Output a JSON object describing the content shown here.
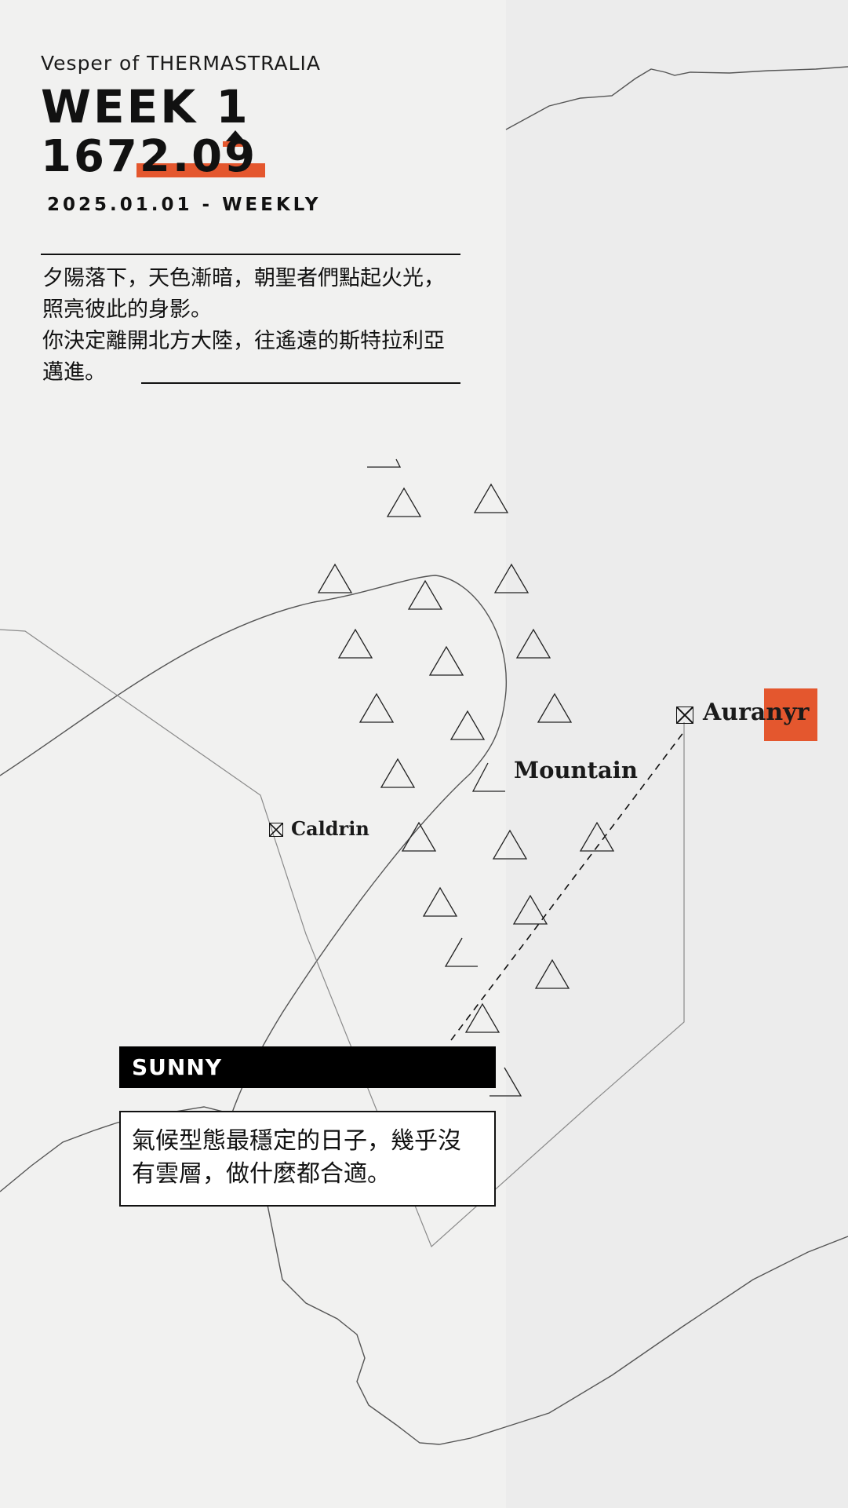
{
  "header": {
    "subtitle": "Vesper of THERMASTRALIA",
    "week": "WEEK 1",
    "value": "1672.09",
    "trend_icon": "triangle-up-icon",
    "date": "2025.01.01 - WEEKLY"
  },
  "story": {
    "line1": "夕陽落下，天色漸暗，朝聖者們點起火光，照亮彼此的身影。",
    "line2": "你決定離開北方大陸，往遙遠的斯特拉利亞邁進。"
  },
  "map": {
    "places": [
      {
        "name": "Caldrin",
        "icon": "boxed-x-icon"
      },
      {
        "name": "Auranyr",
        "icon": "boxed-x-icon",
        "highlighted": true
      },
      {
        "name": "Mountain",
        "icon": "mountain-icon"
      }
    ]
  },
  "weather": {
    "label": "SUNNY",
    "description": "氣候型態最穩定的日子，幾乎沒有雲層，做什麼都合適。"
  },
  "colors": {
    "accent": "#e4572e",
    "ink": "#111111",
    "paper": "#efefef"
  }
}
